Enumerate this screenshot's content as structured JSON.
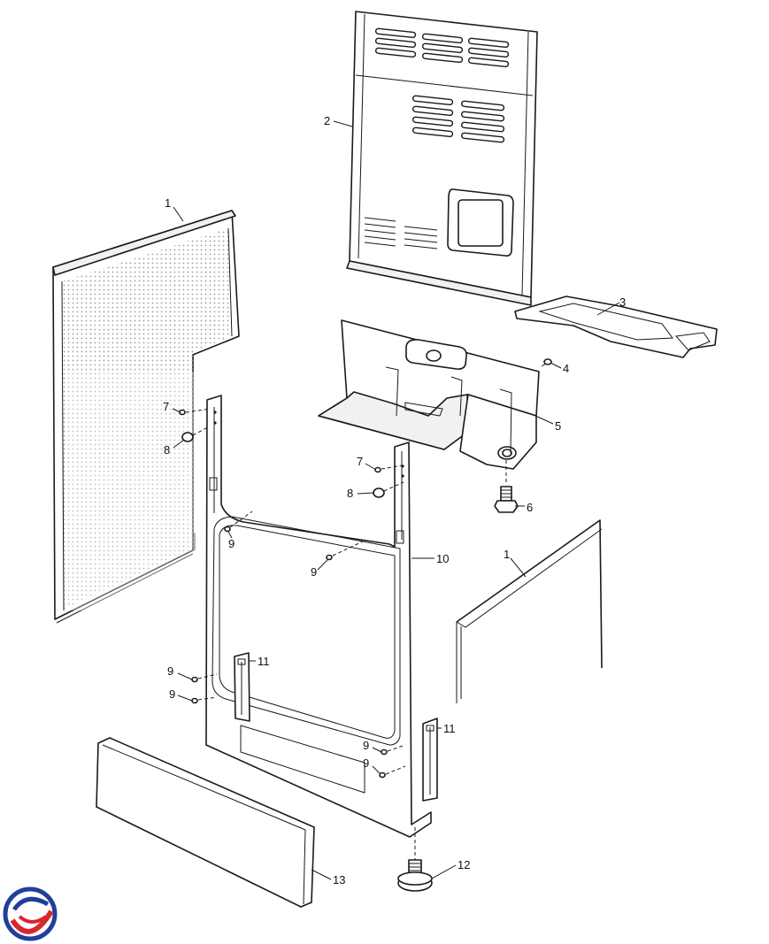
{
  "callouts": {
    "c1_side_panel_left": "1",
    "c2_back_panel": "2",
    "c3_bracket_plate": "3",
    "c4_screw": "4",
    "c5_base_tray": "5",
    "c6_bolt": "6",
    "c7_screw_left": "7",
    "c8_bush_left": "8",
    "c7_screw_right": "7",
    "c8_bush_right": "8",
    "c9_a": "9",
    "c9_b": "9",
    "c10_front_frame": "10",
    "c1_side_panel_right": "1",
    "c9_c": "9",
    "c9_d": "9",
    "c11_hinge_left": "11",
    "c11_hinge_right": "11",
    "c9_e": "9",
    "c9_f": "9",
    "c12_foot": "12",
    "c13_plinth": "13"
  },
  "colors": {
    "line": "#1a1a1a",
    "logo_blue": "#1f3f9a",
    "logo_red": "#d8262e"
  },
  "logo": {
    "icon": "brand-swirl-logo"
  }
}
